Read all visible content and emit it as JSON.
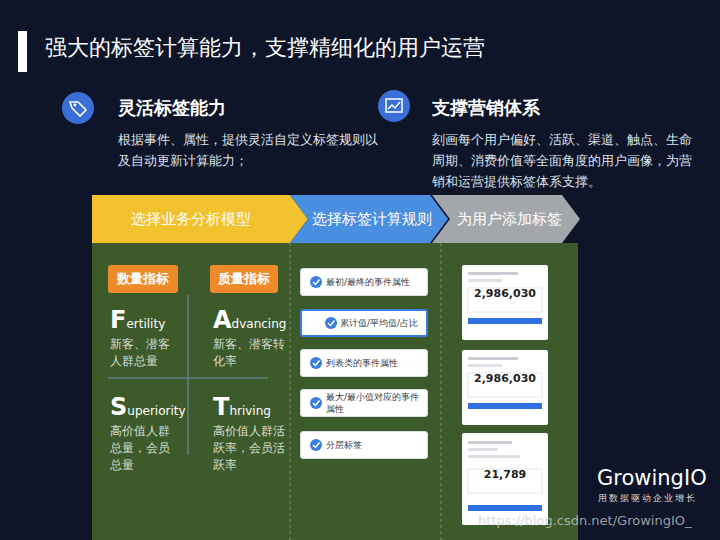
{
  "diagram": {
    "title": "强大的标签计算能力，支撑精细化的用户运营",
    "nodes": [
      {
        "text": [
          "灵活标签能力",
          "根据事件、属性，提供灵活自定义标签规则以及自动更新计算能力；"
        ]
      },
      {
        "text": [
          "支撑营销体系",
          "刻画每个用户偏好、活跃、渠道、触点、生命周期、消费价值等全面角度的用户画像，为营销和运营提供标签体系支撑。"
        ]
      },
      {
        "text": [
          "选择业务分析模型"
        ]
      },
      {
        "text": [
          "选择标签计算规则"
        ]
      },
      {
        "text": [
          "为用户添加标签"
        ]
      },
      {
        "text": [
          "数量指标"
        ]
      },
      {
        "text": [
          "质量指标"
        ]
      },
      {
        "text": [
          "最初/最终的事件属性"
        ]
      },
      {
        "text": [
          "累计值/平均值/占比"
        ]
      },
      {
        "text": [
          "列表类的事件属性"
        ]
      },
      {
        "text": [
          "最大/最小值对应的事件属性"
        ]
      },
      {
        "text": [
          "分层标签"
        ]
      },
      {
        "text": [
          "2,986,030"
        ]
      },
      {
        "text": [
          "2,986,030"
        ]
      },
      {
        "text": [
          "21,789"
        ]
      }
    ],
    "labels": [
      "Fertility",
      "新客、潜客人群总量",
      "Advancing",
      "新客、潜客转化率",
      "Superiority",
      "高价值人群总量，会员总量",
      "Thriving",
      "高价值人群活跃率，会员活跃率",
      "GrowingIO",
      "用数据驱动企业增长",
      "https://blog.csdn.net/GrowingIO_"
    ]
  }
}
